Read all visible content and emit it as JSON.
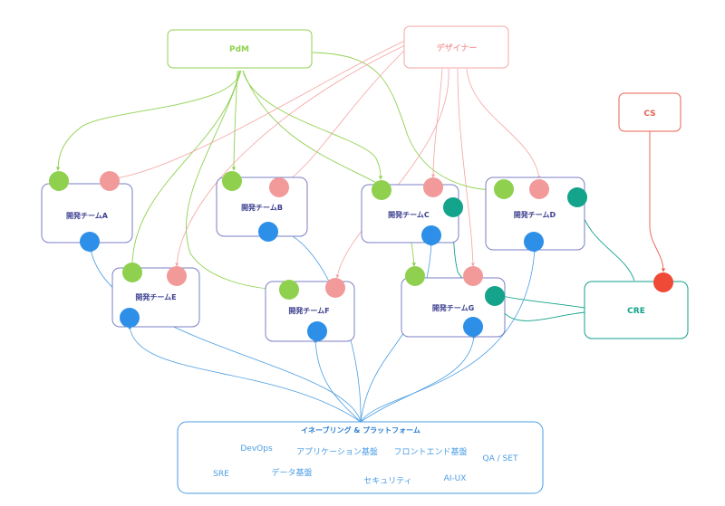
{
  "colors": {
    "pdm": "#8fd14f",
    "designer": "#f4a4a4",
    "cs": "#e8614f",
    "cre": "#12a28a",
    "team": "#7b7fc4",
    "platform": "#4a9de3",
    "blue_dot": "#2d8fe8",
    "green_dot": "#8fd14f",
    "pink_dot": "#f29a9a",
    "teal_dot": "#14a38b",
    "red_dot": "#ee4a37"
  },
  "roles": {
    "pdm": "PdM",
    "designer": "デザイナー",
    "cs": "CS",
    "cre": "CRE"
  },
  "teams": {
    "a": "開発チームA",
    "b": "開発チームB",
    "c": "開発チームC",
    "d": "開発チームD",
    "e": "開発チームE",
    "f": "開発チームF",
    "g": "開発チームG"
  },
  "platform": {
    "title": "イネーブリング & プラットフォーム",
    "items": {
      "devops": "DevOps",
      "app": "アプリケーション基盤",
      "frontend": "フロントエンド基盤",
      "qa": "QA / SET",
      "sre": "SRE",
      "data": "データ基盤",
      "security": "セキュリティ",
      "aiux": "AI-UX"
    }
  }
}
